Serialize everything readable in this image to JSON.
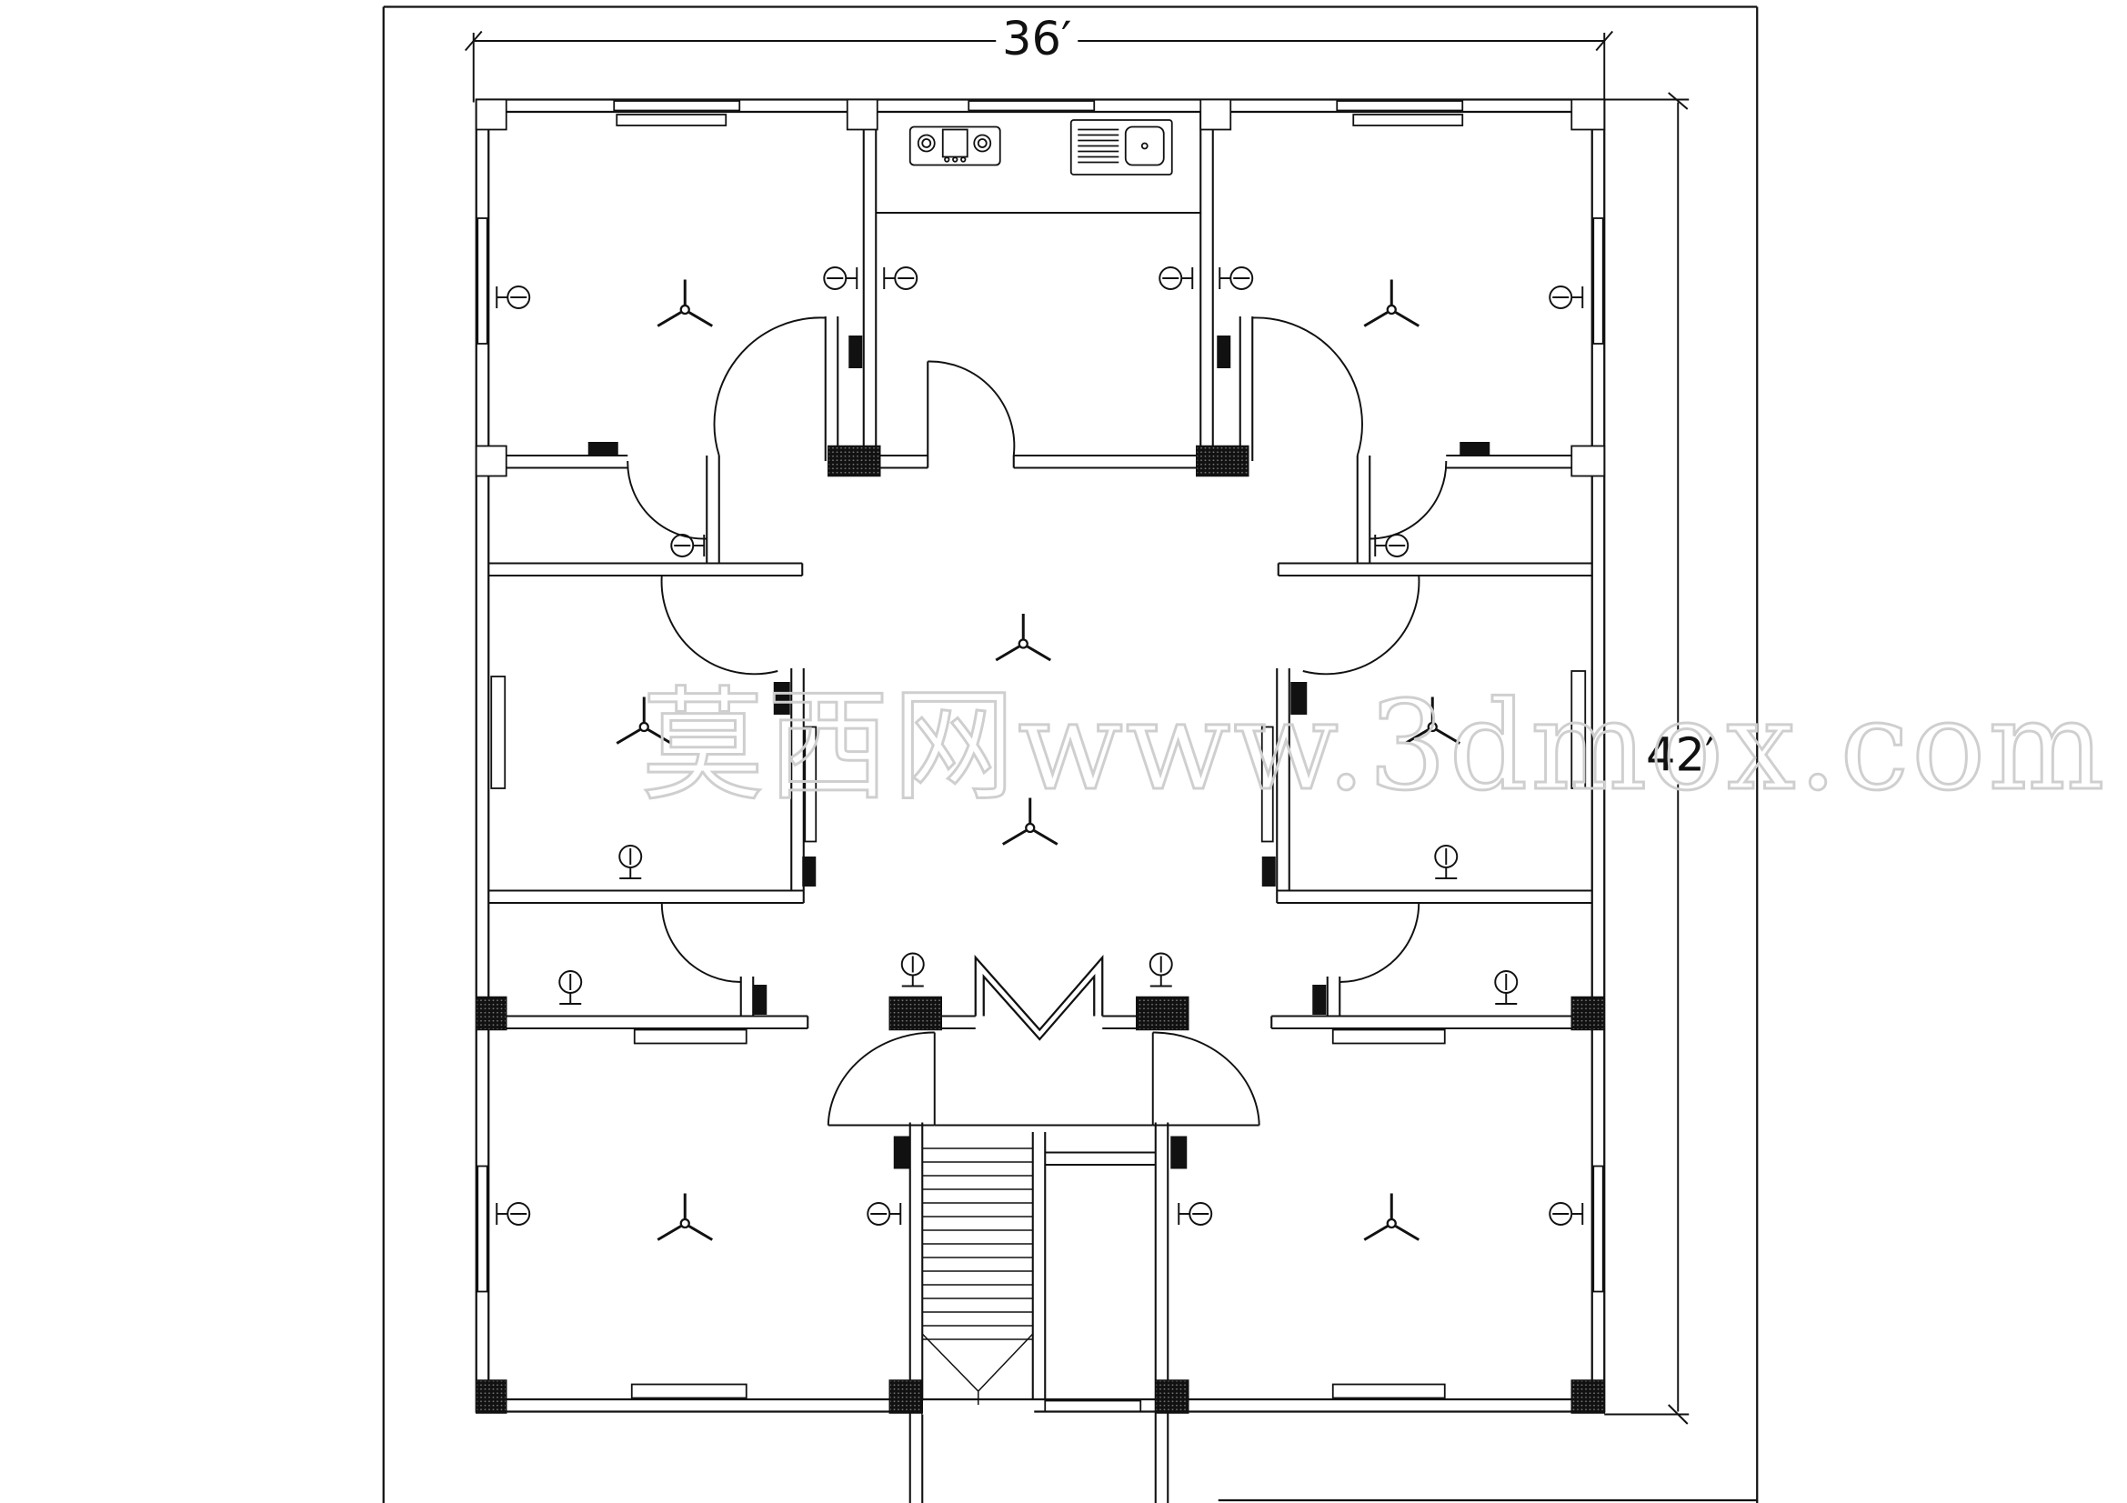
{
  "dimensions": {
    "width_label": "36′",
    "height_label": "42′"
  },
  "watermark": {
    "text": "莫西网www.3dmox.com"
  },
  "colors": {
    "line": "#111111",
    "column": "#1a1a1a",
    "background": "#ffffff",
    "watermark": "#cfcfcf"
  }
}
